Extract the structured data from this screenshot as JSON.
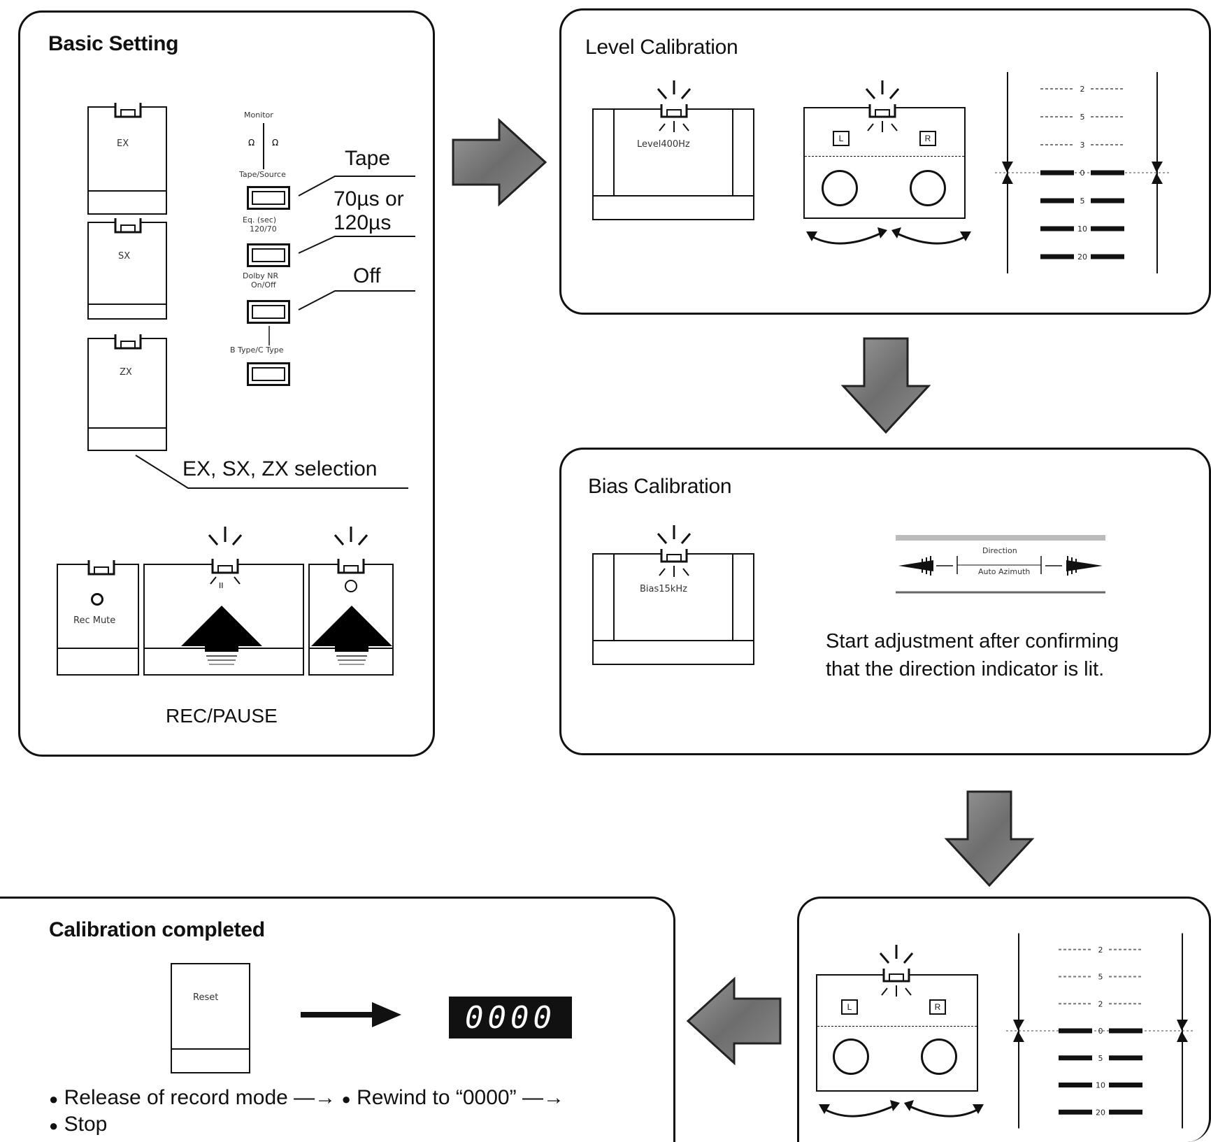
{
  "panels": {
    "basic": {
      "title": "Basic Setting",
      "mode_keys": [
        "EX",
        "SX",
        "ZX"
      ],
      "monitor": {
        "title": "Monitor",
        "sub": "Tape/Source"
      },
      "eq_label": "Eq. (sec)",
      "eq_sub": "120/70",
      "dolby_label": "Dolby NR",
      "dolby_sub": "On/Off",
      "btype_label": "B Type/C Type",
      "callout_tape": "Tape",
      "callout_eq_line1": "70µs  or",
      "callout_eq_line2": "120µs",
      "callout_off": "Off",
      "callout_selection": "EX, SX, ZX selection",
      "rec_mute_label": "Rec Mute",
      "transport_label": "REC/PAUSE"
    },
    "level": {
      "title": "Level Calibration",
      "key_label": "Level400Hz",
      "left_channel": "L",
      "right_channel": "R",
      "meter_ticks": [
        "2",
        "5",
        "3",
        "0",
        "5",
        "10",
        "20"
      ]
    },
    "bias": {
      "title": "Bias Calibration",
      "key_label": "Bias15kHz",
      "direction_label": "Direction",
      "azimuth_label": "Auto Azimuth",
      "note_line1": "Start adjustment after confirming",
      "note_line2": "that the direction indicator is lit."
    },
    "step4": {
      "left_channel": "L",
      "right_channel": "R",
      "meter_ticks": [
        "2",
        "5",
        "2",
        "0",
        "5",
        "10",
        "20"
      ]
    },
    "complete": {
      "title": "Calibration completed",
      "reset_label": "Reset",
      "counter_value": "0000",
      "step1": "Release of record mode",
      "step2": "Rewind to “0000”",
      "step3": "Stop",
      "bullet": "●",
      "arrow": "—→"
    }
  },
  "icons": [
    "arrow-right-icon",
    "arrow-down-icon",
    "arrow-left-icon",
    "indicator-lamp-icon",
    "reel-icon",
    "up-arrow-icon"
  ]
}
